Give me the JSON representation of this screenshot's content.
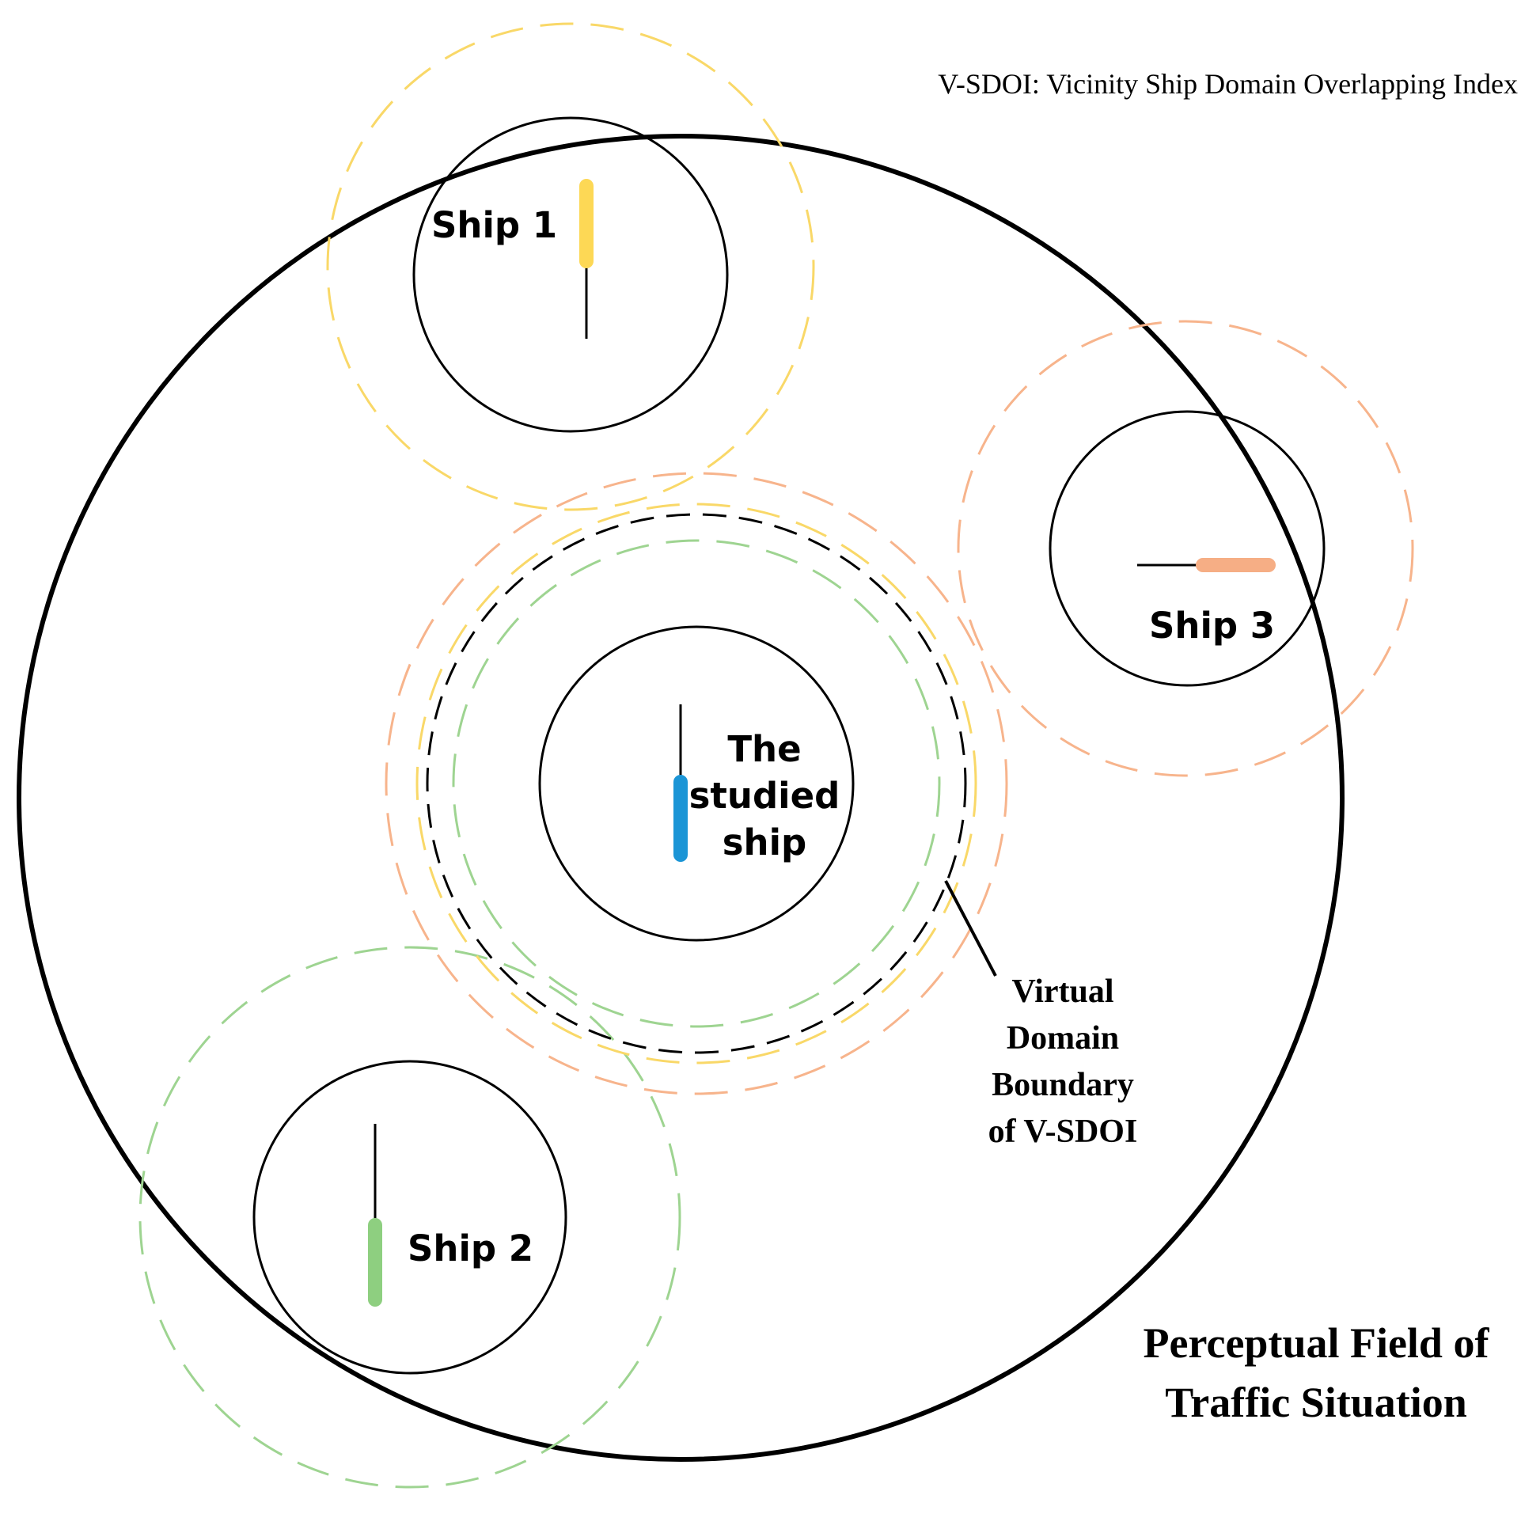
{
  "colors": {
    "ship1": "#FDD855",
    "ship2": "#8ECF80",
    "ship3": "#F6AE85",
    "studied_ship": "#1B95D6",
    "outline": "#000000",
    "ship1_dash": "#F9D868",
    "ship2_dash": "#9ED491",
    "ship3_dash": "#F7B48C"
  },
  "legend_note": "V-SDOI: Vicinity Ship Domain Overlapping Index",
  "perceptual_field": {
    "line1": "Perceptual Field of",
    "line2": "Traffic Situation"
  },
  "studied_ship": {
    "line1": "The",
    "line2": "studied",
    "line3": "ship"
  },
  "ships": [
    {
      "label": "Ship 1"
    },
    {
      "label": "Ship 2"
    },
    {
      "label": "Ship 3"
    }
  ],
  "virtual_boundary": {
    "line1": "Virtual",
    "line2": "Domain",
    "line3": "Boundary",
    "line4": "of V-SDOI"
  }
}
